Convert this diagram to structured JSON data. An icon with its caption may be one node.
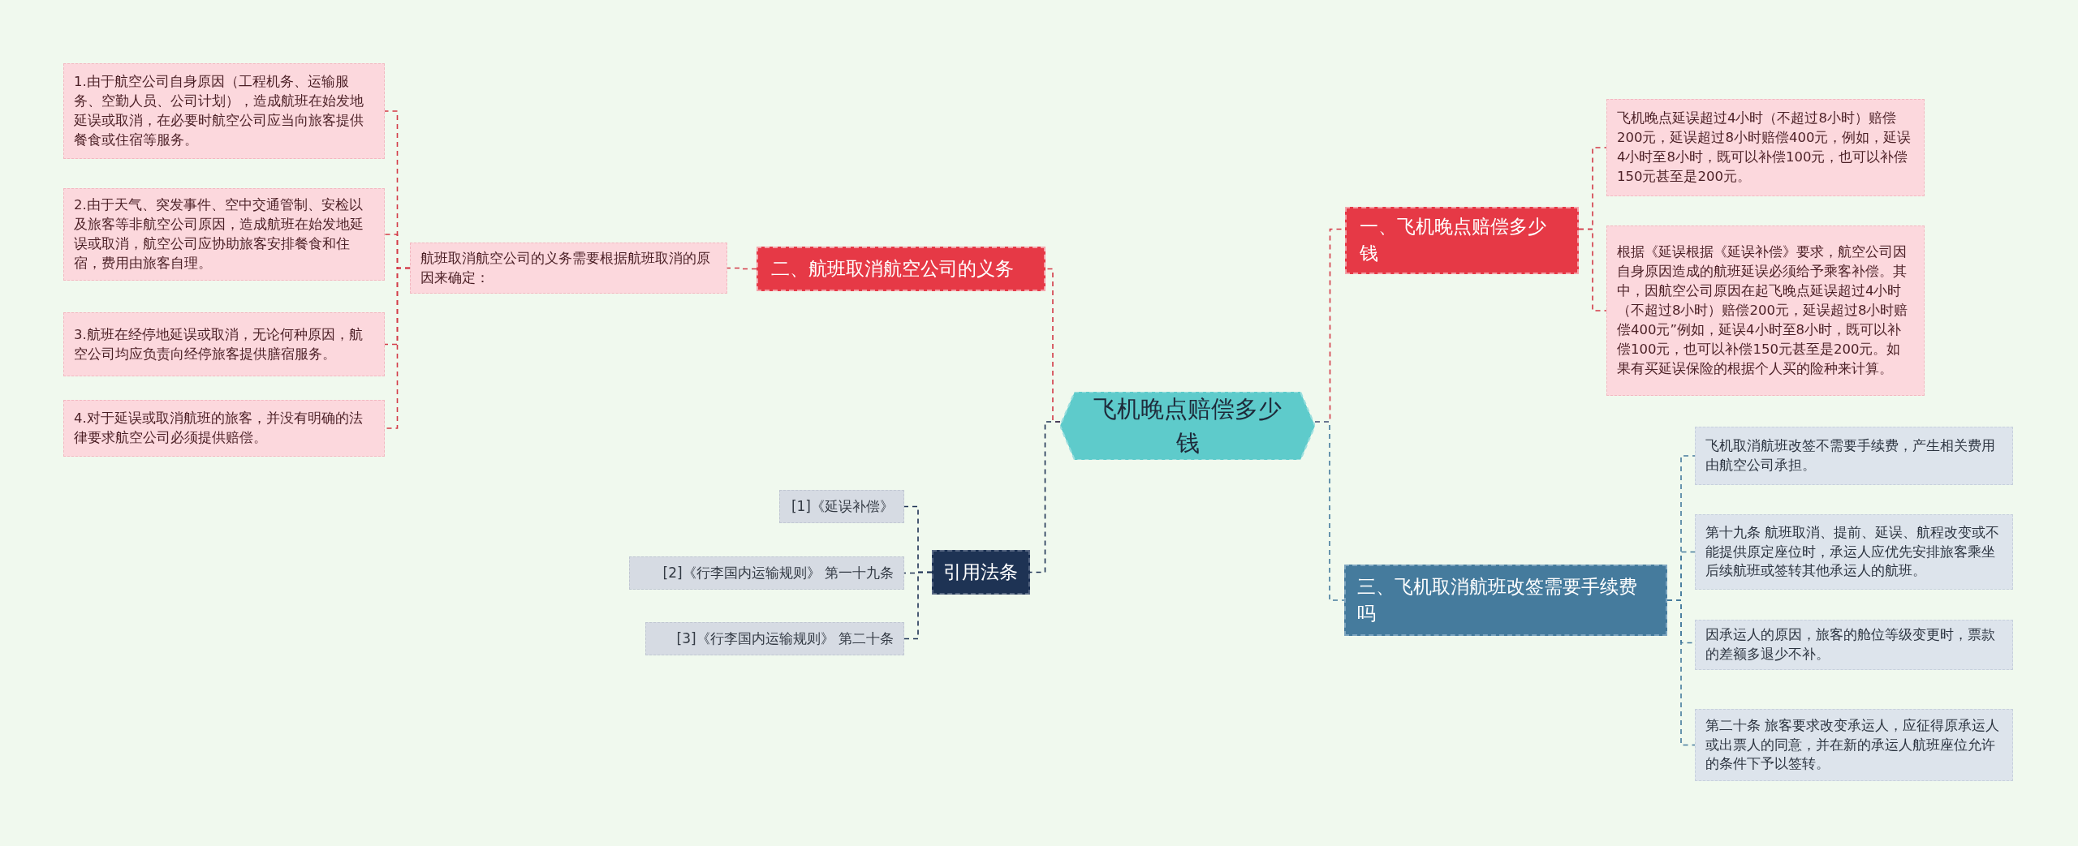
{
  "diagram": {
    "nodes": [
      {
        "text": [
          "飞机晚点赔偿多少钱"
        ]
      },
      {
        "text": [
          "二、航班取消航空公司的义务"
        ]
      },
      {
        "text": [
          "航班取消航空公司的义务需要根据航班取消的原因来确定："
        ]
      },
      {
        "text": [
          "1.由于航空公司自身原因（工程机务、运输服务、空勤人员、公司计划），造成航班在始发地延误或取消，在必要时航空公司应当向旅客提供餐食或住宿等服务。"
        ]
      },
      {
        "text": [
          "2.由于天气、突发事件、空中交通管制、安检以及旅客等非航空公司原因，造成航班在始发地延误或取消，航空公司应协助旅客安排餐食和住宿，费用由旅客自理。"
        ]
      },
      {
        "text": [
          "3.航班在经停地延误或取消，无论何种原因，航空公司均应负责向经停旅客提供膳宿服务。"
        ]
      },
      {
        "text": [
          "4.对于延误或取消航班的旅客，并没有明确的法律要求航空公司必须提供赔偿。"
        ]
      },
      {
        "text": [
          "引用法条"
        ]
      },
      {
        "text": [
          "[1]《延误补偿》"
        ]
      },
      {
        "text": [
          "[2]《行李国内运输规则》 第一十九条"
        ]
      },
      {
        "text": [
          "[3]《行李国内运输规则》 第二十条"
        ]
      },
      {
        "text": [
          "一、飞机晚点赔偿多少钱"
        ]
      },
      {
        "text": [
          "飞机晚点延误超过4小时（不超过8小时）赔偿200元，延误超过8小时赔偿400元，例如，延误4小时至8小时，既可以补偿100元，也可以补偿150元甚至是200元。"
        ]
      },
      {
        "text": [
          "根据《延误根据《延误补偿》要求，航空公司因自身原因造成的航班延误必须给予乘客补偿。其中，因航空公司原因在起飞晚点延误超过4小时（不超过8小时）赔偿200元，延误超过8小时赔偿400元”例如，延误4小时至8小时，既可以补偿100元，也可以补偿150元甚至是200元。如果有买延误保险的根据个人买的险种来计算。"
        ]
      },
      {
        "text": [
          "三、飞机取消航班改签需要手续费吗"
        ]
      },
      {
        "text": [
          "飞机取消航班改签不需要手续费，产生相关费用由航空公司承担。"
        ]
      },
      {
        "text": [
          "第十九条 航班取消、提前、延误、航程改变或不能提供原定座位时，承运人应优先安排旅客乘坐后续航班或签转其他承运人的航班。"
        ]
      },
      {
        "text": [
          "因承运人的原因，旅客的舱位等级变更时，票款的差额多退少不补。"
        ]
      },
      {
        "text": [
          "第二十条 旅客要求改变承运人，应征得原承运人或出票人的同意，并在新的承运人航班座位允许的条件下予以签转。"
        ]
      }
    ],
    "edges": [
      {
        "from": 0,
        "to": 1,
        "arrow": "none",
        "style": "dashed"
      },
      {
        "from": 1,
        "to": 2,
        "arrow": "none",
        "style": "dashed"
      },
      {
        "from": 2,
        "to": 3,
        "arrow": "none",
        "style": "dashed"
      },
      {
        "from": 2,
        "to": 4,
        "arrow": "none",
        "style": "dashed"
      },
      {
        "from": 2,
        "to": 5,
        "arrow": "none",
        "style": "dashed"
      },
      {
        "from": 2,
        "to": 6,
        "arrow": "none",
        "style": "dashed"
      },
      {
        "from": 0,
        "to": 7,
        "arrow": "none",
        "style": "dashed",
        "color": "#1e3354"
      },
      {
        "from": 7,
        "to": 8,
        "arrow": "none",
        "style": "dashed",
        "color": "#1e3354"
      },
      {
        "from": 7,
        "to": 9,
        "arrow": "none",
        "style": "dashed",
        "color": "#1e3354"
      },
      {
        "from": 7,
        "to": 10,
        "arrow": "none",
        "style": "dashed",
        "color": "#1e3354"
      },
      {
        "from": 0,
        "to": 11,
        "arrow": "none",
        "style": "dashed"
      },
      {
        "from": 11,
        "to": 12,
        "arrow": "none",
        "style": "dashed"
      },
      {
        "from": 11,
        "to": 13,
        "arrow": "none",
        "style": "dashed"
      },
      {
        "from": 0,
        "to": 14,
        "arrow": "none",
        "style": "dashed",
        "color": "#457b9d"
      },
      {
        "from": 14,
        "to": 15,
        "arrow": "none",
        "style": "dashed",
        "color": "#457b9d"
      },
      {
        "from": 14,
        "to": 16,
        "arrow": "none",
        "style": "dashed",
        "color": "#457b9d"
      },
      {
        "from": 14,
        "to": 17,
        "arrow": "none",
        "style": "dashed",
        "color": "#457b9d"
      },
      {
        "from": 14,
        "to": 18,
        "arrow": "none",
        "style": "dashed",
        "color": "#457b9d"
      }
    ]
  }
}
